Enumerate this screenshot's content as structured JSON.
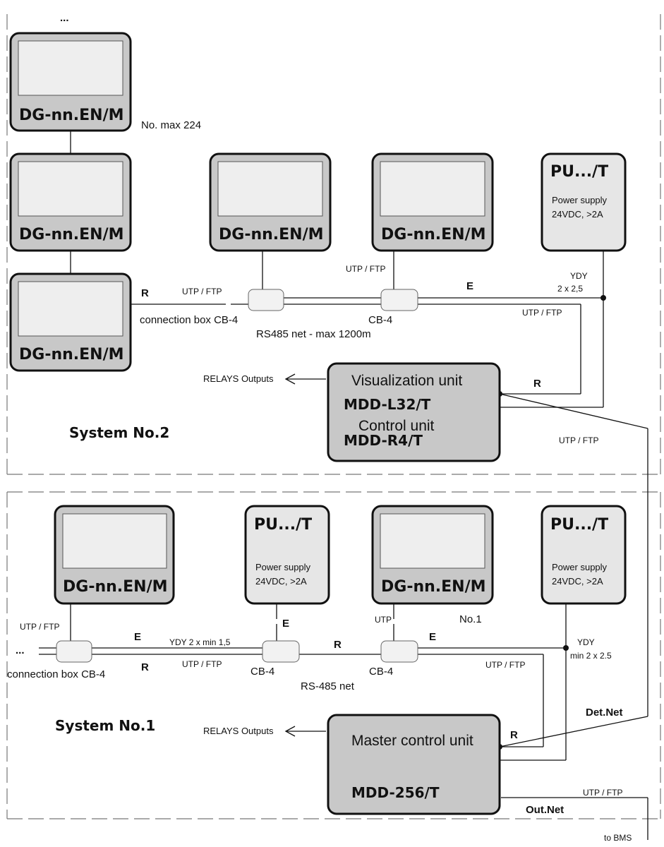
{
  "ellipsis": "...",
  "detector_label": "DG-nn.EN/M",
  "psu": {
    "title": "PU.../T",
    "line1": "Power supply",
    "line2": "24VDC, >2A"
  },
  "system2": {
    "title": "System No.2",
    "no_max": "No. max 224",
    "cable_utp_ftp": "UTP / FTP",
    "r_label": "R",
    "e_label": "E",
    "cb4": "CB-4",
    "connection_box": "connection box CB-4",
    "rs485": "RS485 net - max 1200m",
    "ydy": "YDY",
    "ydy_size": "2 x 2,5",
    "relays": "RELAYS Outputs",
    "vis_unit": "Visualization unit",
    "vis_model": "MDD-L32/T",
    "ctrl_unit": "Control unit",
    "ctrl_model": "MDD-R4/T"
  },
  "system1": {
    "title": "System No.1",
    "cable_utp_ftp": "UTP / FTP",
    "utp": "UTP",
    "no1": "No.1",
    "e_label": "E",
    "r_label": "R",
    "ydy_min": "YDY 2 x min 1,5",
    "cb4": "CB-4",
    "connection_box": "connection box CB-4",
    "rs485": "RS-485 net",
    "ydy": "YDY",
    "ydy_min2": "min 2 x 2.5",
    "relays": "RELAYS Outputs",
    "master_unit": "Master control unit",
    "master_model": "MDD-256/T",
    "det_net": "Det.Net",
    "out_net": "Out.Net",
    "to_bms": "to BMS"
  }
}
